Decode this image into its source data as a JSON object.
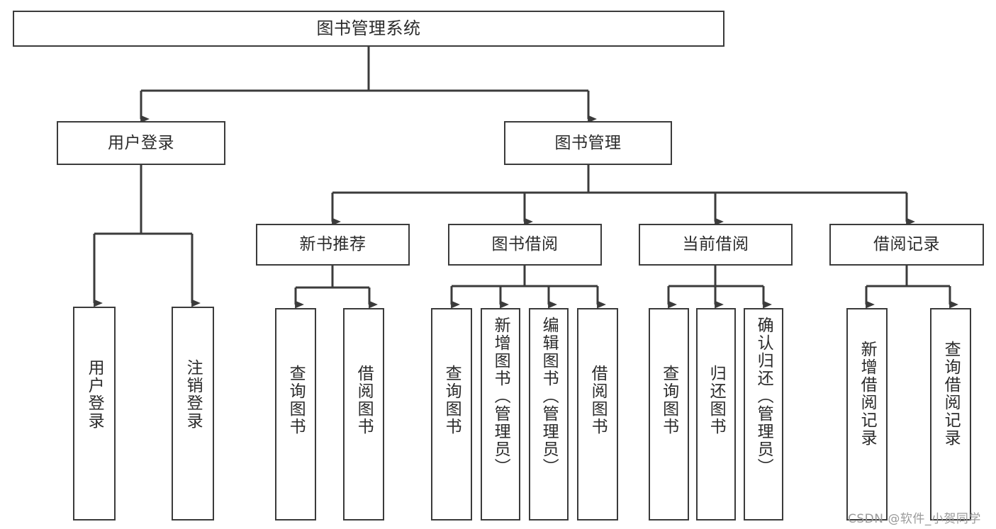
{
  "diagram": {
    "title": "图书管理系统",
    "type": "tree-hierarchy-diagram",
    "orientation": "top-down",
    "colors": {
      "box_border": "#3b3b3b",
      "box_fill": "#ffffff",
      "edge": "#3b3b3b",
      "text": "#2b2b2b",
      "background": "#ffffff",
      "watermark": "#9a9a9a"
    }
  },
  "nodes": {
    "root": {
      "label": "图书管理系统"
    },
    "level2": [
      {
        "id": "user-login",
        "label": "用户登录"
      },
      {
        "id": "book-management",
        "label": "图书管理"
      }
    ],
    "level3": [
      {
        "id": "new-book-recommend",
        "label": "新书推荐"
      },
      {
        "id": "book-borrow",
        "label": "图书借阅"
      },
      {
        "id": "current-borrow",
        "label": "当前借阅"
      },
      {
        "id": "borrow-record",
        "label": "借阅记录"
      }
    ],
    "leaves": {
      "user_login": [
        {
          "id": "leaf-user-login",
          "label": "用户登录"
        },
        {
          "id": "leaf-logout-login",
          "label": "注销登录"
        }
      ],
      "new_book_recommend": [
        {
          "id": "leaf-query-book-1",
          "label": "查询图书"
        },
        {
          "id": "leaf-borrow-book-1",
          "label": "借阅图书"
        }
      ],
      "book_borrow": [
        {
          "id": "leaf-query-book-2",
          "label": "查询图书"
        },
        {
          "id": "leaf-add-book",
          "label": "新增图书（管理员）"
        },
        {
          "id": "leaf-edit-book",
          "label": "编辑图书（管理员）"
        },
        {
          "id": "leaf-borrow-book-2",
          "label": "借阅图书"
        }
      ],
      "current_borrow": [
        {
          "id": "leaf-query-book-3",
          "label": "查询图书"
        },
        {
          "id": "leaf-return-book",
          "label": "归还图书"
        },
        {
          "id": "leaf-confirm-return",
          "label": "确认归还（管理员）"
        }
      ],
      "borrow_record": [
        {
          "id": "leaf-add-borrow-record",
          "label": "新增借阅记录"
        },
        {
          "id": "leaf-query-borrow-record",
          "label": "查询借阅记录"
        }
      ]
    }
  },
  "watermark": {
    "text": "CSDN @软件_小贺同学"
  }
}
